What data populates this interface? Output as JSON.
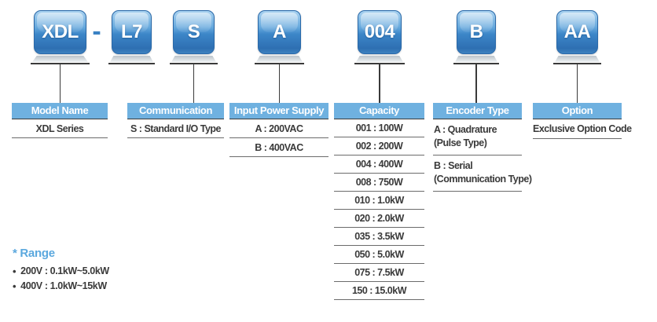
{
  "model_code": {
    "boxes": [
      "XDL",
      "L7",
      "S",
      "A",
      "004",
      "B",
      "AA"
    ],
    "separator": "-"
  },
  "columns": [
    {
      "header": "Model Name",
      "rows": [
        "XDL Series"
      ]
    },
    {
      "header": "Communication",
      "rows": [
        "S : Standard I/O Type"
      ]
    },
    {
      "header": "Input Power Supply",
      "rows": [
        "A : 200VAC",
        "B : 400VAC"
      ]
    },
    {
      "header": "Capacity",
      "rows": [
        "001 : 100W",
        "002 : 200W",
        "004 : 400W",
        "008 : 750W",
        "010 : 1.0kW",
        "020 : 2.0kW",
        "035 : 3.5kW",
        "050 : 5.0kW",
        "075 : 7.5kW",
        "150 : 15.0kW"
      ]
    },
    {
      "header": "Encoder Type",
      "rows": [
        {
          "lines": [
            "A : Quadrature",
            "(Pulse Type)"
          ]
        },
        {
          "lines": [
            "B : Serial",
            "(Communication Type)"
          ]
        }
      ]
    },
    {
      "header": "Option",
      "rows": [
        "Exclusive Option Code"
      ]
    }
  ],
  "range_note": {
    "title": "* Range",
    "bullet": "•",
    "items": [
      "200V : 0.1kW~5.0kW",
      "400V : 1.0kW~15kW"
    ]
  },
  "colors": {
    "header_blue": "#6fb1e0",
    "box_blue_top": "#a9d2f0",
    "box_blue_bottom": "#2e6fb2",
    "dash_blue": "#3a82c4",
    "range_title_blue": "#5ba8de",
    "text_dark": "#3a3a3a",
    "separator_gray": "#6b6b6b"
  }
}
